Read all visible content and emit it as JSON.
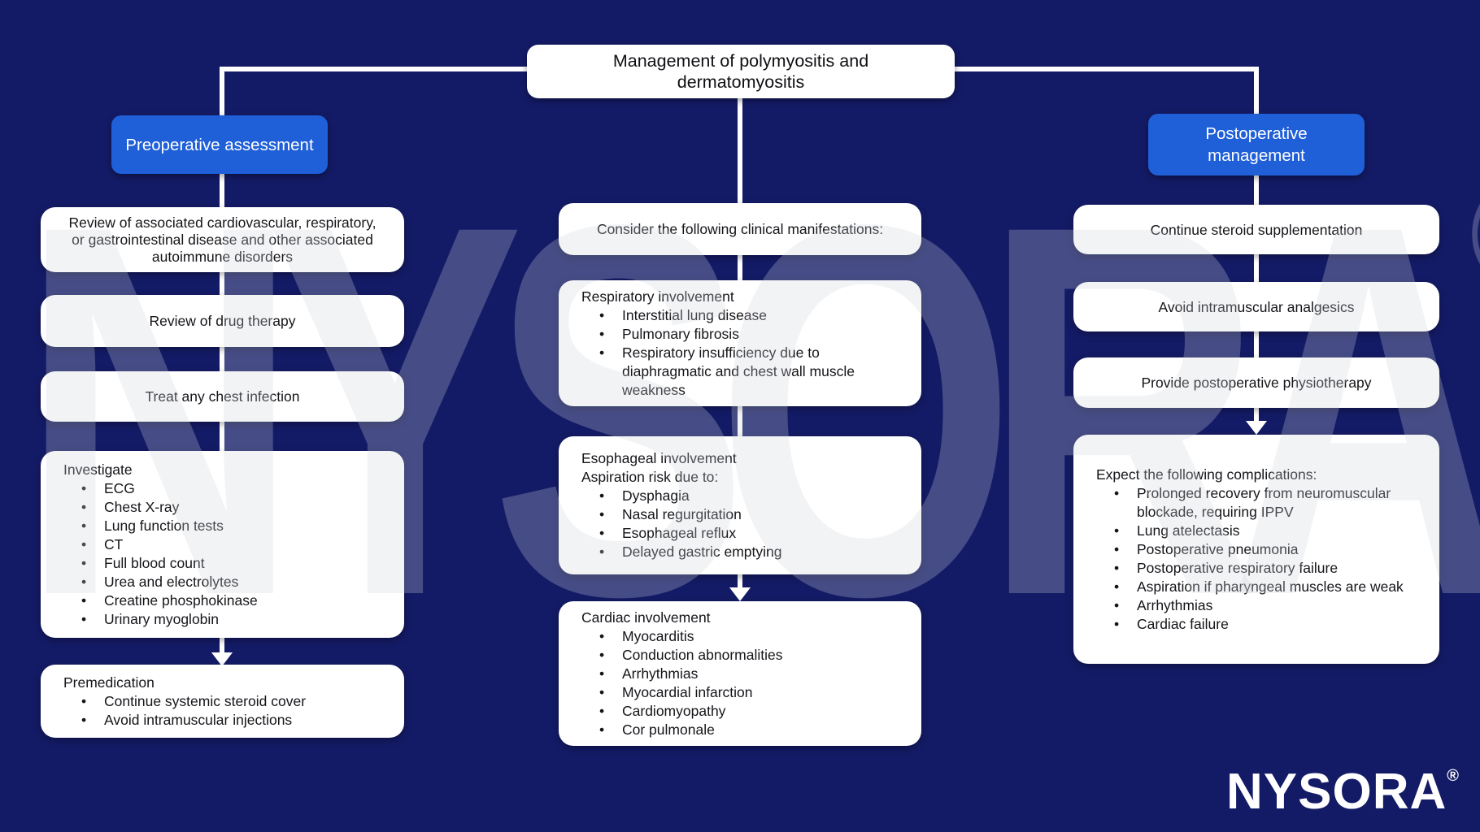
{
  "title": "Management of polymyositis and dermatomyositis",
  "left": {
    "header": "Preoperative assessment",
    "box1": "Review of associated cardiovascular, respiratory, or gastrointestinal disease and other associated autoimmune disorders",
    "box2": "Review of drug therapy",
    "box3": "Treat any chest infection",
    "investigate": {
      "title": "Investigate",
      "items": [
        "ECG",
        "Chest X-ray",
        "Lung function tests",
        "CT",
        "Full blood count",
        "Urea and electrolytes",
        "Creatine phosphokinase",
        "Urinary myoglobin"
      ]
    },
    "premedication": {
      "title": "Premedication",
      "items": [
        "Continue systemic steroid cover",
        "Avoid intramuscular injections"
      ]
    }
  },
  "middle": {
    "consider": "Consider the following clinical manifestations:",
    "respiratory": {
      "title": "Respiratory involvement",
      "items": [
        "Interstitial lung disease",
        "Pulmonary fibrosis",
        "Respiratory insufficiency due to diaphragmatic and chest wall muscle weakness"
      ]
    },
    "esophageal": {
      "title": "Esophageal involvement",
      "subtitle": "Aspiration risk due to:",
      "items": [
        "Dysphagia",
        "Nasal regurgitation",
        "Esophageal reflux",
        "Delayed gastric emptying"
      ]
    },
    "cardiac": {
      "title": "Cardiac involvement",
      "items": [
        "Myocarditis",
        "Conduction abnormalities",
        "Arrhythmias",
        "Myocardial infarction",
        "Cardiomyopathy",
        "Cor pulmonale"
      ]
    }
  },
  "right": {
    "header": "Postoperative management",
    "box1": "Continue steroid supplementation",
    "box2": "Avoid intramuscular analgesics",
    "box3": "Provide postoperative physiotherapy",
    "complications": {
      "title": "Expect the following complications:",
      "items": [
        "Prolonged recovery from neuromuscular blockade, requiring IPPV",
        "Lung atelectasis",
        "Postoperative pneumonia",
        "Postoperative respiratory failure",
        "Aspiration if pharyngeal muscles are weak",
        "Arrhythmias",
        "Cardiac failure"
      ]
    }
  },
  "watermark": {
    "text": "NYSORA",
    "symbol": "©"
  },
  "logo": {
    "text": "NYSORA",
    "symbol": "®"
  },
  "colors": {
    "background": "#141b66",
    "accent_blue": "#1f5fd8",
    "box_white": "#ffffff",
    "text_dark": "#15151a",
    "line_white": "#ffffff"
  }
}
